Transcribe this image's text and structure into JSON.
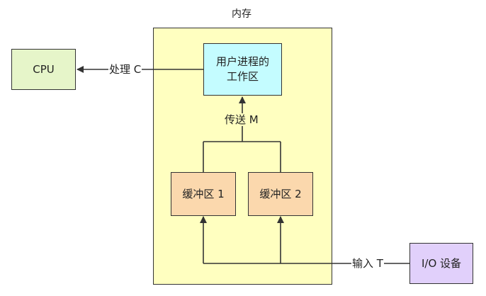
{
  "memory": {
    "title": "内存",
    "fill": "#ffffc0"
  },
  "nodes": {
    "cpu": {
      "label": "CPU",
      "fill": "#e6f5c9"
    },
    "workspace": {
      "line1": "用户进程的",
      "line2": "工作区",
      "fill": "#c4fcff"
    },
    "buffer1": {
      "label": "缓冲区 1",
      "fill": "#fbd8ad"
    },
    "buffer2": {
      "label": "缓冲区 2",
      "fill": "#fbd8ad"
    },
    "io": {
      "label": "I/O 设备",
      "fill": "#e1d0fb"
    }
  },
  "edges": {
    "process": "处理 C",
    "transfer": "传送 M",
    "input": "输入 T"
  }
}
